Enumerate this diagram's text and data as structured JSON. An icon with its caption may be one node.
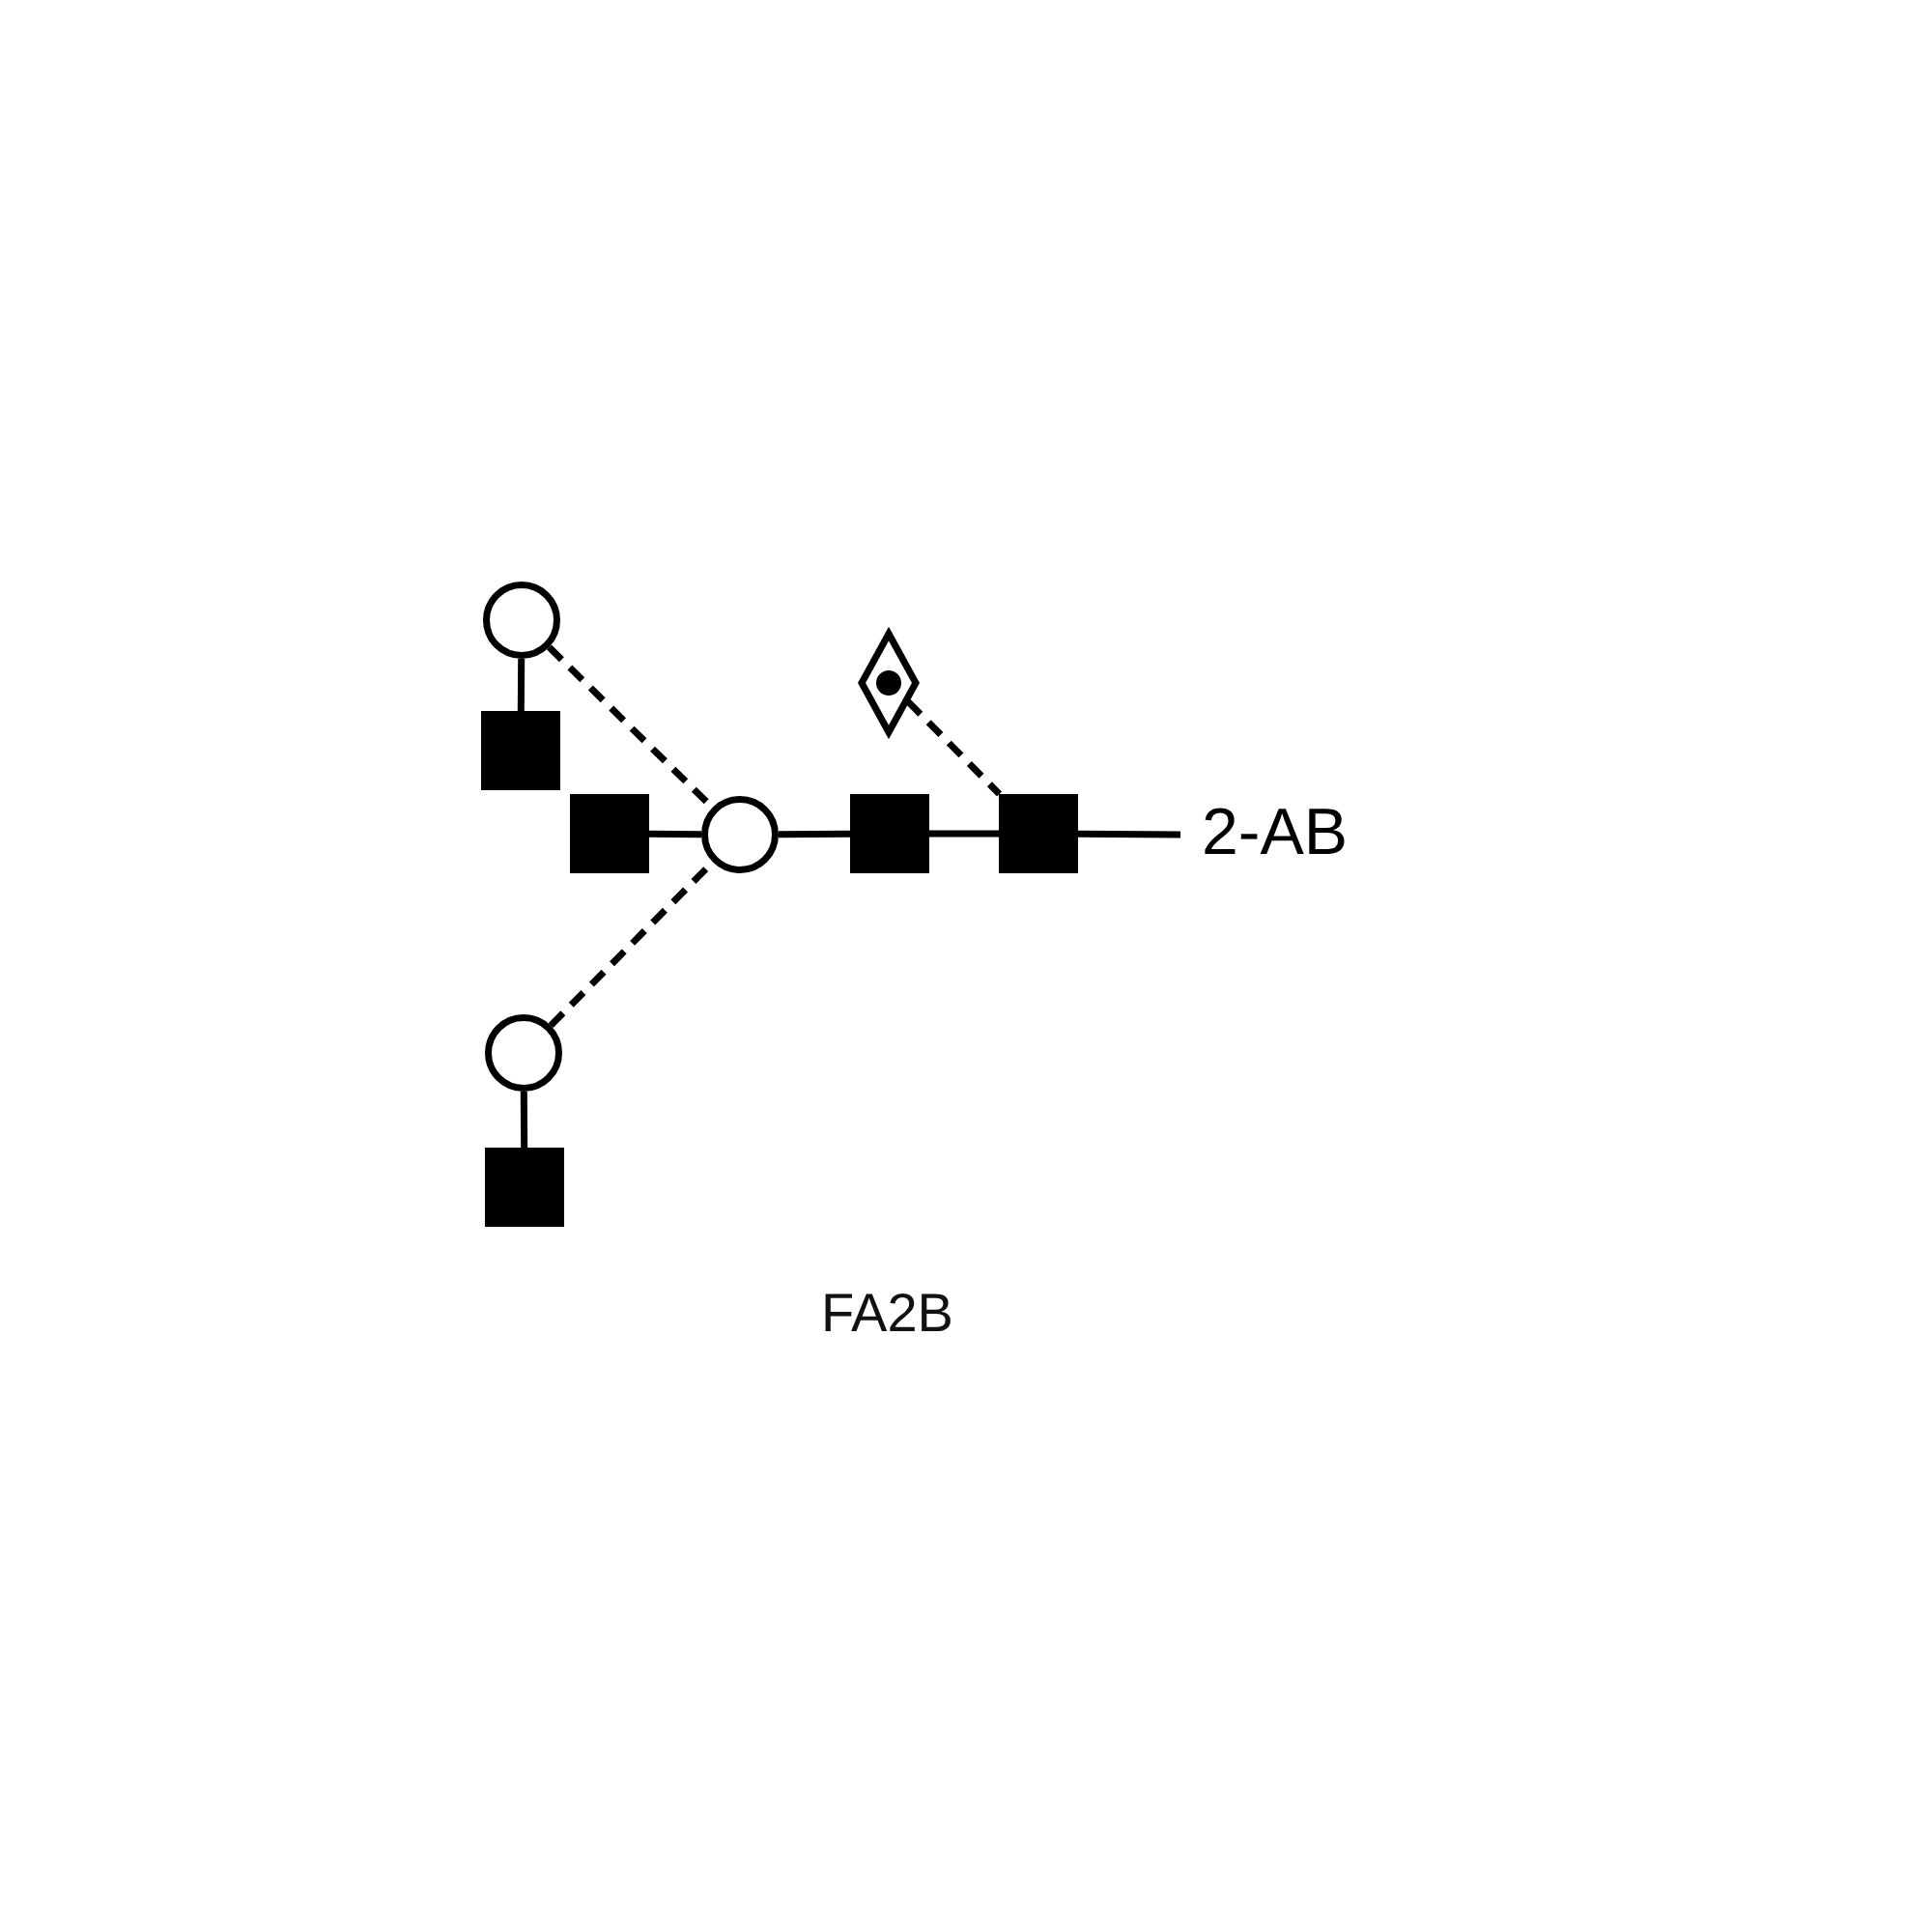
{
  "diagram": {
    "nodes": [
      {
        "text": [],
        "shape": "circle"
      },
      {
        "text": [],
        "shape": "box"
      },
      {
        "text": [],
        "shape": "box"
      },
      {
        "text": [],
        "shape": "circle"
      },
      {
        "text": [],
        "shape": "box"
      },
      {
        "text": [],
        "shape": "diamond"
      },
      {
        "text": [],
        "shape": "box"
      },
      {
        "text": [
          "2-AB"
        ]
      },
      {
        "text": [],
        "shape": "circle"
      },
      {
        "text": [],
        "shape": "box"
      }
    ],
    "edges": [
      {
        "from": 0,
        "to": 1,
        "arrow": "none"
      },
      {
        "from": 0,
        "to": 3,
        "arrow": "none",
        "style": "dashed"
      },
      {
        "from": 2,
        "to": 3,
        "arrow": "none"
      },
      {
        "from": 8,
        "to": 3,
        "arrow": "none",
        "style": "dashed"
      },
      {
        "from": 8,
        "to": 9,
        "arrow": "none"
      },
      {
        "from": 3,
        "to": 4,
        "arrow": "none"
      },
      {
        "from": 4,
        "to": 6,
        "arrow": "none"
      },
      {
        "from": 5,
        "to": 6,
        "arrow": "none",
        "style": "dashed"
      },
      {
        "from": 6,
        "to": 7,
        "arrow": "none"
      }
    ],
    "labels": [
      "FA2B"
    ]
  }
}
